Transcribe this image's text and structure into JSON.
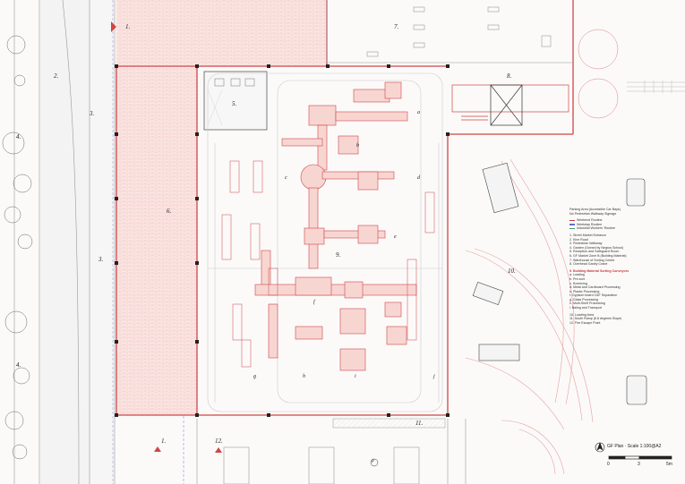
{
  "plan": {
    "title": "GF Plan · Scale 1:100@A2",
    "scale_ticks": [
      "0",
      "3",
      "5m"
    ]
  },
  "area_labels": {
    "a1_top": "1.",
    "a1_bottom": "1.",
    "a2": "2.",
    "a3_top": "3.",
    "a3_mid": "3.",
    "a4_top": "4.",
    "a4_bottom": "4.",
    "a5": "5.",
    "a6": "6.",
    "a7": "7.",
    "a8": "8.",
    "a9": "9.",
    "a10": "10.",
    "a11": "11.",
    "a12": "12."
  },
  "legend": {
    "markers": [
      "Parking Area (Accessible Car Bays)",
      "No Pedestrian Walkway Signage"
    ],
    "routines": [
      {
        "label": "Weekend Routine",
        "color": "#c23a3a"
      },
      {
        "label": "Weekday Routine",
        "color": "#6a6ad0"
      },
      {
        "label": "Industrial Workers' Routine",
        "color": "#4a9a7a"
      }
    ],
    "numbered": [
      "1. Street Market Entrance",
      "2. Kine Road",
      "3. Pedestrian Walkway",
      "4. Garden (Owned by Negros School)",
      "5. Reception and Safeguard Room",
      "6. GF Market Zone B (Building Material)",
      "7. Warehouse of Sorting Centre",
      "8. Overhead Gantry Crane"
    ],
    "process_title": "9. Building Material Sorting Conveyors",
    "process": [
      "a. Loading",
      "b. Pre-sort",
      "c. Screening",
      "d. Metal and Cardboard Processing",
      "e. Plastic Processing",
      "f. Gypsum board C&F Separation",
      "g. Glass Processing",
      "h. Multi-Shelf Processing",
      "i. Baling and Transport"
    ],
    "tail": [
      "10. Loading Area",
      "11. South Ramp (6.8 degrees Slope)",
      "12. Fire Escape Point"
    ]
  },
  "parking_mark": "P",
  "conveyor_marks": [
    "a",
    "b",
    "c",
    "d",
    "e",
    "f",
    "g",
    "h",
    "i",
    "j"
  ]
}
